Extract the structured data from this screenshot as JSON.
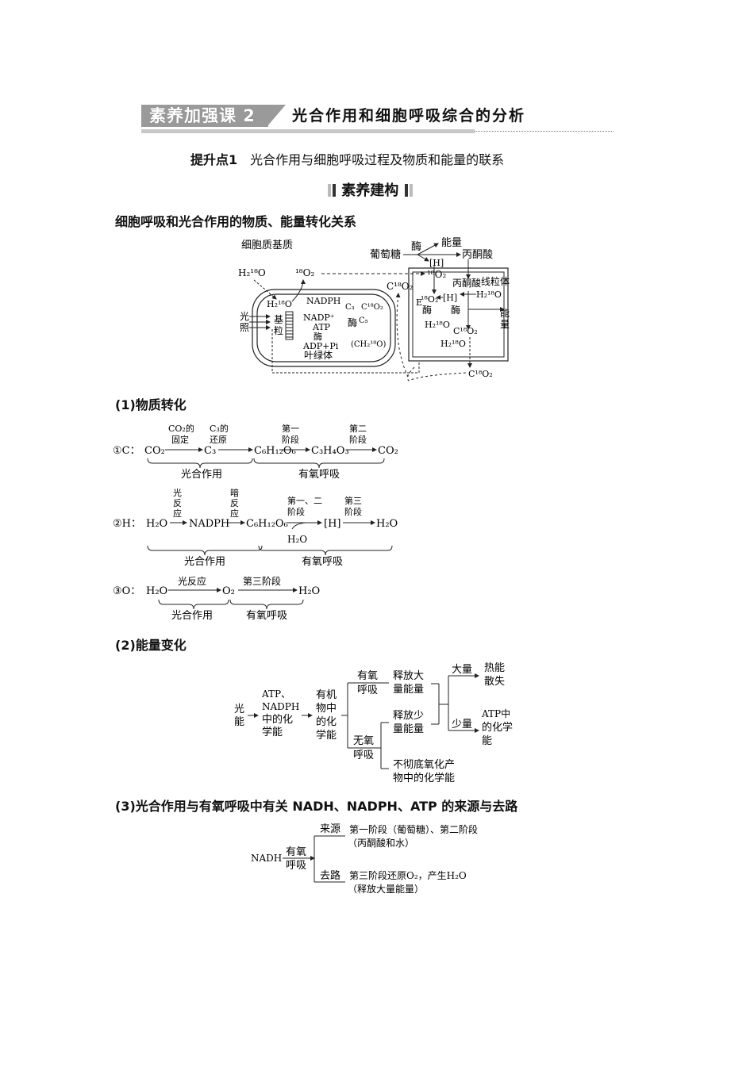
{
  "header": {
    "badge": "素养加强课 2",
    "title": "光合作用和细胞呼吸综合的分析"
  },
  "point": {
    "label": "提升点1",
    "title": "光合作用与细胞呼吸过程及物质和能量的联系"
  },
  "tag": "素养建构",
  "section_heading": "细胞呼吸和光合作用的物质、能量转化关系",
  "diagram": {
    "cytoplasm_label": "细胞质基质",
    "glucose": "葡萄糖",
    "enzyme": "酶",
    "energy": "能量",
    "H": "[H]",
    "pyruvate": "丙酮酸",
    "h2o18": "H₂¹⁸O",
    "o2_18": "¹⁸O₂",
    "co2_18": "C¹⁸O₂",
    "nadph": "NADPH",
    "nadp": "NADP⁺",
    "atp": "ATP",
    "adp": "ADP+Pi",
    "c3": "C₃",
    "c5": "C₅",
    "ch2o": "(CH₂¹⁸O)",
    "grana": "基粒",
    "light": "光照",
    "chloroplast": "叶绿体",
    "mitochondrion": "线粒体",
    "E": "E"
  },
  "material": {
    "heading": "(1)物质转化",
    "c_row": {
      "label": "①C：",
      "items": [
        "CO₂",
        "C₃",
        "C₆H₁₂O₆",
        "C₃H₄O₃",
        "CO₂"
      ],
      "arrows": [
        "CO₂的固定",
        "C₃的还原",
        "第一阶段",
        "第二阶段"
      ],
      "braces": [
        "光合作用",
        "有氧呼吸"
      ]
    },
    "h_row": {
      "label": "②H：",
      "items": [
        "H₂O",
        "NADPH",
        "C₆H₁₂O₆",
        "[H]",
        "H₂O"
      ],
      "arrows": [
        "光反应",
        "暗反应",
        "第一、二阶段",
        "第三阶段"
      ],
      "input": "H₂O",
      "braces": [
        "光合作用",
        "有氧呼吸"
      ]
    },
    "o_row": {
      "label": "③O：",
      "items": [
        "H₂O",
        "O₂",
        "H₂O"
      ],
      "arrows": [
        "光反应",
        "第三阶段"
      ],
      "braces": [
        "光合作用",
        "有氧呼吸"
      ]
    }
  },
  "energy": {
    "heading": "(2)能量变化",
    "light": "光能",
    "atp_nadph": "ATP、NADPH中的化学能",
    "organic": "有机物中的化学能",
    "aerobic": "有氧呼吸",
    "anaerobic": "无氧呼吸",
    "release_large": "释放大量能量",
    "release_small": "释放少量能量",
    "incomplete": "不彻底氧化产物中的化学能",
    "large": "大量",
    "small": "少量",
    "heat": "热能散失",
    "atp_chem": "ATP中的化学能"
  },
  "nadh": {
    "heading": "(3)光合作用与有氧呼吸中有关 NADH、NADPH、ATP 的来源与去路",
    "root": "NADH",
    "via": "有氧呼吸",
    "source_label": "来源",
    "source_text_1": "第一阶段（葡萄糖）、第二阶段",
    "source_text_2": "（丙酮酸和水）",
    "dest_label": "去路",
    "dest_text_1": "第三阶段还原O₂，产生H₂O",
    "dest_text_2": "（释放大量能量）"
  }
}
